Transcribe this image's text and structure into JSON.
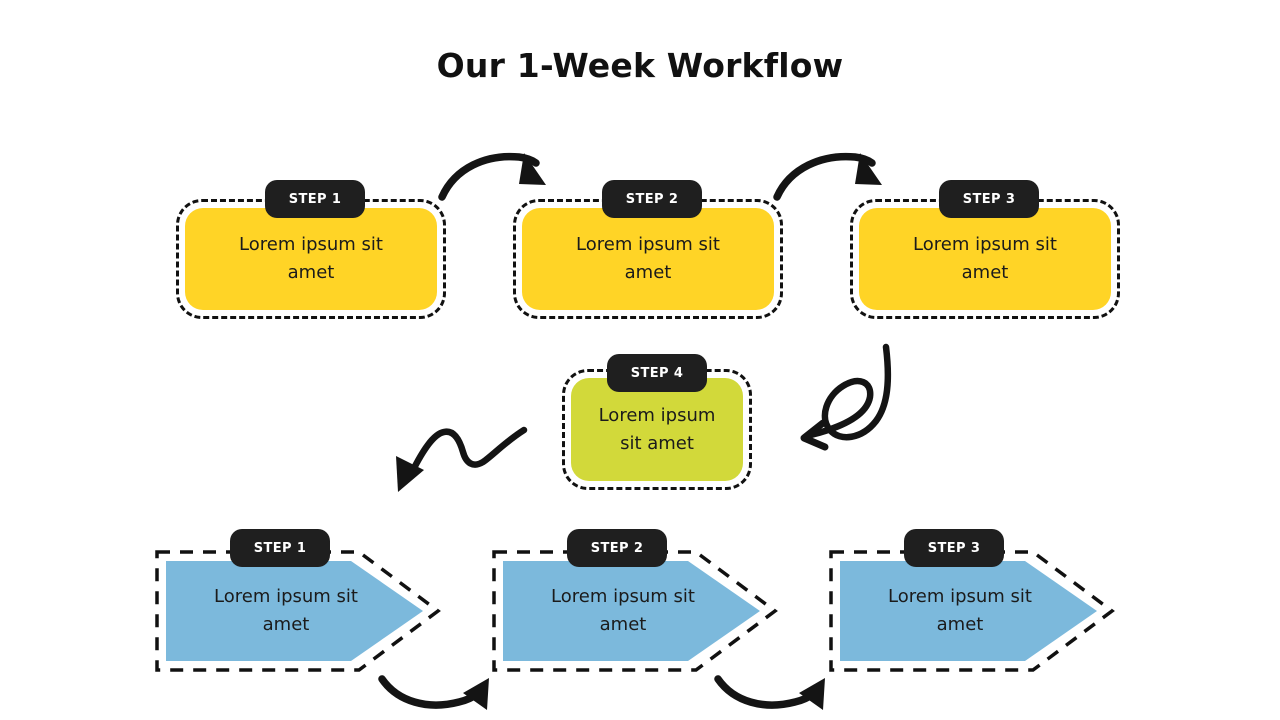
{
  "slide": {
    "title": "Our 1-Week Workflow",
    "background_color": "#ffffff"
  },
  "colors": {
    "yellow": "#FFD426",
    "green": "#D2D93A",
    "blue": "#7CB9DC",
    "badge_bg": "#1f1f1f",
    "badge_text": "#ffffff",
    "outline": "#111111",
    "body_text": "#1b1b1b"
  },
  "row_top": {
    "shape": "rounded-rectangle",
    "nodes": [
      {
        "badge": "STEP 1",
        "body": "Lorem ipsum sit\namet",
        "color": "#FFD426"
      },
      {
        "badge": "STEP 2",
        "body": "Lorem ipsum sit\namet",
        "color": "#FFD426"
      },
      {
        "badge": "STEP 3",
        "body": "Lorem ipsum sit\namet",
        "color": "#FFD426"
      }
    ]
  },
  "row_middle": {
    "shape": "rounded-rectangle",
    "nodes": [
      {
        "badge": "STEP 4",
        "body": "Lorem ipsum\nsit amet",
        "color": "#D2D93A"
      }
    ]
  },
  "row_bottom": {
    "shape": "chevron-arrow",
    "nodes": [
      {
        "badge": "STEP 1",
        "body": "Lorem ipsum sit\namet",
        "color": "#7CB9DC"
      },
      {
        "badge": "STEP 2",
        "body": "Lorem ipsum sit\namet",
        "color": "#7CB9DC"
      },
      {
        "badge": "STEP 3",
        "body": "Lorem ipsum sit\namet",
        "color": "#7CB9DC"
      }
    ]
  },
  "connectors": [
    {
      "name": "arc-step1-to-step2",
      "style": "curved-arc-arrow",
      "direction": "right"
    },
    {
      "name": "arc-step2-to-step3",
      "style": "curved-arc-arrow",
      "direction": "right"
    },
    {
      "name": "loop-step3-to-step4",
      "style": "looped-curl-arrow",
      "direction": "down-left"
    },
    {
      "name": "squiggle-step4-to-bottom",
      "style": "s-curve-arrow",
      "direction": "down-left"
    },
    {
      "name": "arc-bottom1-to-bottom2",
      "style": "curved-arc-arrow",
      "direction": "up-right"
    },
    {
      "name": "arc-bottom2-to-bottom3",
      "style": "curved-arc-arrow",
      "direction": "up-right"
    }
  ]
}
